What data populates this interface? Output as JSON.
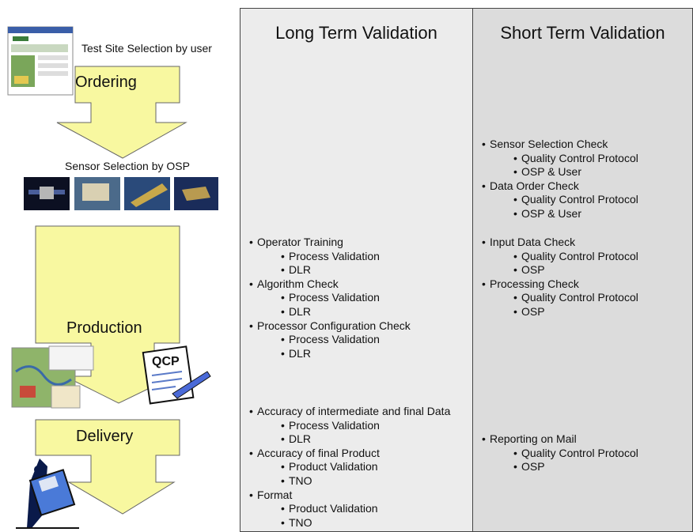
{
  "flow": {
    "test_site_label": "Test Site Selection by user",
    "ordering_label": "Ordering",
    "sensor_selection_label": "Sensor Selection by OSP",
    "production_label": "Production",
    "delivery_label": "Delivery",
    "qcp_label": "QCP"
  },
  "colors": {
    "arrow_fill": "#f8f8a0",
    "arrow_stroke": "#666666",
    "col_left_bg": "#ececec",
    "col_right_bg": "#dcdcdc"
  },
  "long_term": {
    "title": "Long Term Validation",
    "group_production": [
      {
        "label": "Operator Training",
        "sub": [
          "Process Validation",
          "DLR"
        ]
      },
      {
        "label": "Algorithm Check",
        "sub": [
          "Process Validation",
          "DLR"
        ]
      },
      {
        "label": "Processor Configuration Check",
        "sub": [
          "Process Validation",
          "DLR"
        ]
      }
    ],
    "group_delivery": [
      {
        "label": "Accuracy of intermediate and final Data",
        "sub": [
          "Process Validation",
          "DLR"
        ]
      },
      {
        "label": "Accuracy of final Product",
        "sub": [
          "Product Validation",
          "TNO"
        ]
      },
      {
        "label": "Format",
        "sub": [
          "Product Validation",
          "TNO"
        ]
      }
    ]
  },
  "short_term": {
    "title": "Short Term Validation",
    "group_ordering": [
      {
        "label": "Sensor Selection Check",
        "sub": [
          "Quality Control Protocol",
          "OSP & User"
        ]
      },
      {
        "label": "Data Order Check",
        "sub": [
          "Quality Control Protocol",
          "OSP & User"
        ]
      }
    ],
    "group_production": [
      {
        "label": "Input Data Check",
        "sub": [
          "Quality Control Protocol",
          "OSP"
        ]
      },
      {
        "label": "Processing Check",
        "sub": [
          "Quality Control Protocol",
          "OSP"
        ]
      }
    ],
    "group_delivery": [
      {
        "label": "Reporting on Mail",
        "sub": [
          "Quality Control Protocol",
          "OSP"
        ]
      }
    ]
  }
}
